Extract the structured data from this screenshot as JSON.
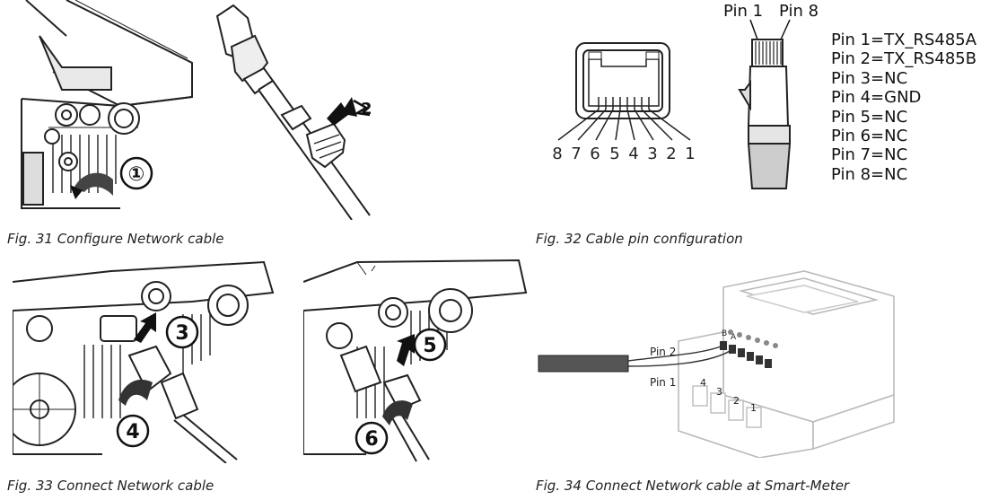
{
  "figures": [
    {
      "caption": "Fig. 31 Configure Network cable",
      "steps": [
        "①",
        "2"
      ]
    },
    {
      "caption": "Fig. 32 Cable pin configuration",
      "jack_numbers": [
        "8",
        "7",
        "6",
        "5",
        "4",
        "3",
        "2",
        "1"
      ],
      "plug_labels": [
        "Pin 1",
        "Pin 8"
      ],
      "pins": [
        "Pin 1=TX_RS485A",
        "Pin 2=TX_RS485B",
        "Pin 3=NC",
        "Pin 4=GND",
        "Pin 5=NC",
        "Pin 6=NC",
        "Pin 7=NC",
        "Pin 8=NC"
      ]
    },
    {
      "caption": "Fig. 33 Connect Network cable",
      "steps": [
        "3",
        "4"
      ]
    },
    {
      "caption": "Fig. 34 Connect Network cable at Smart-Meter",
      "wire_labels": [
        "Pin 2",
        "Pin 1"
      ],
      "terminal_labels": [
        "4",
        "3",
        "2",
        "1"
      ],
      "bus_labels": [
        "B",
        "A"
      ]
    },
    {
      "caption": "",
      "steps": [
        "5",
        "6"
      ]
    }
  ]
}
